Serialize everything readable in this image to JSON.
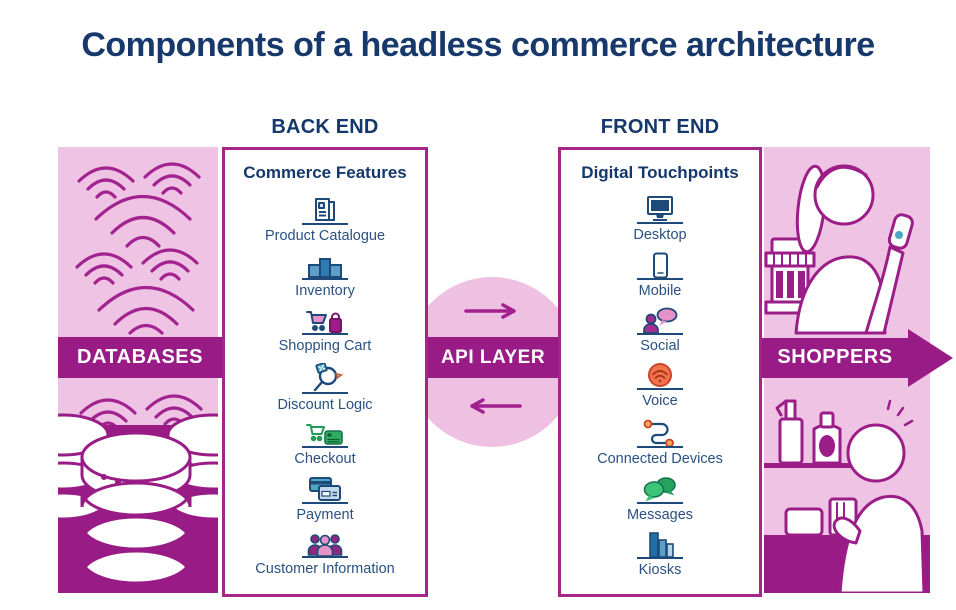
{
  "title": "Components of a headless commerce architecture",
  "back_end": {
    "header": "BACK END",
    "box_title": "Commerce Features",
    "items": [
      {
        "label": "Product Catalogue",
        "icon": "product-catalogue-icon"
      },
      {
        "label": "Inventory",
        "icon": "inventory-icon"
      },
      {
        "label": "Shopping Cart",
        "icon": "shopping-cart-icon"
      },
      {
        "label": "Discount Logic",
        "icon": "discount-logic-icon"
      },
      {
        "label": "Checkout",
        "icon": "checkout-icon"
      },
      {
        "label": "Payment",
        "icon": "payment-icon"
      },
      {
        "label": "Customer Information",
        "icon": "customer-information-icon"
      }
    ]
  },
  "front_end": {
    "header": "FRONT END",
    "box_title": "Digital Touchpoints",
    "items": [
      {
        "label": "Desktop",
        "icon": "desktop-icon"
      },
      {
        "label": "Mobile",
        "icon": "mobile-icon"
      },
      {
        "label": "Social",
        "icon": "social-icon"
      },
      {
        "label": "Voice",
        "icon": "voice-icon"
      },
      {
        "label": "Connected Devices",
        "icon": "connected-devices-icon"
      },
      {
        "label": "Messages",
        "icon": "messages-icon"
      },
      {
        "label": "Kiosks",
        "icon": "kiosks-icon"
      }
    ]
  },
  "banners": {
    "databases": "DATABASES",
    "api_layer": "API LAYER",
    "shoppers": "SHOPPERS"
  },
  "colors": {
    "heading_navy": "#14386b",
    "label_blue": "#2a5181",
    "banner_magenta": "#991c86",
    "panel_pink": "#efc3e3",
    "circle_pink": "#eec0e1",
    "stroke_magenta": "#a2238f",
    "box_border": "#a62589",
    "icon_navy": "#1d4a78",
    "icon_blue": "#2d7bb0",
    "icon_blue_light": "#5d9fc7",
    "icon_teal": "#4aa8c0",
    "icon_green": "#2fae62",
    "icon_orange": "#f0734e",
    "icon_pink": "#e791c9",
    "icon_purple": "#8e2a7e"
  }
}
